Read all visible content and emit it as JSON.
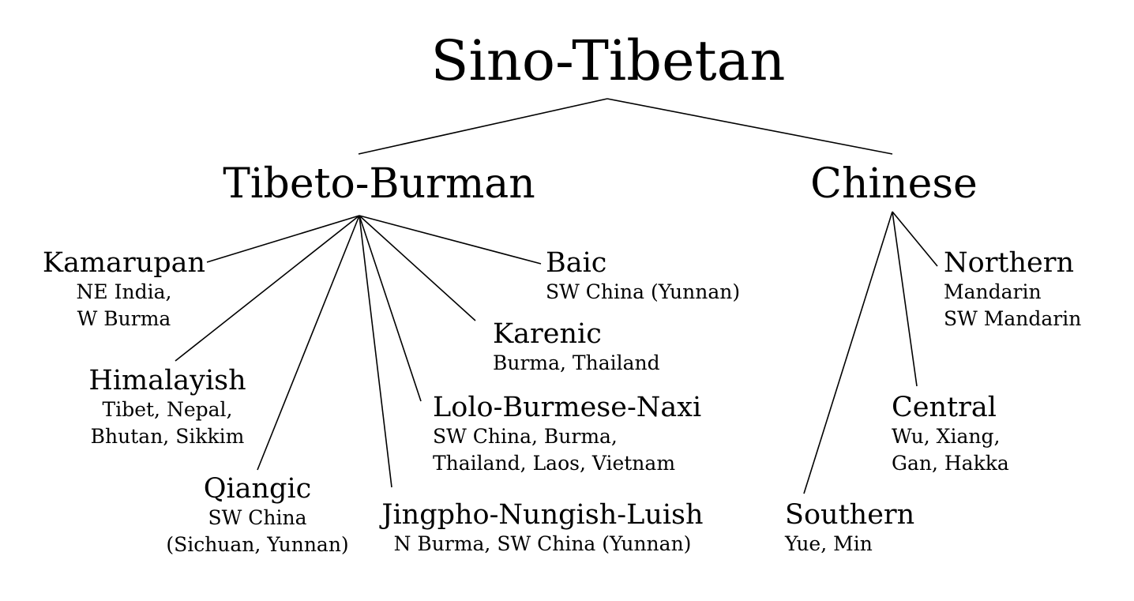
{
  "tree": {
    "root": "Sino-Tibetan",
    "branches": [
      {
        "name": "Tibeto-Burman",
        "children": [
          {
            "name": "Kamarupan",
            "region": [
              "NE India,",
              "W Burma"
            ]
          },
          {
            "name": "Himalayish",
            "region": [
              "Tibet, Nepal,",
              "Bhutan, Sikkim"
            ]
          },
          {
            "name": "Qiangic",
            "region": [
              "SW China",
              "(Sichuan, Yunnan)"
            ]
          },
          {
            "name": "Jingpho-Nungish-Luish",
            "region": [
              "N Burma, SW China (Yunnan)"
            ]
          },
          {
            "name": "Lolo-Burmese-Naxi",
            "region": [
              "SW China, Burma,",
              "Thailand, Laos, Vietnam"
            ]
          },
          {
            "name": "Karenic",
            "region": [
              "Burma, Thailand"
            ]
          },
          {
            "name": "Baic",
            "region": [
              "SW China (Yunnan)"
            ]
          }
        ]
      },
      {
        "name": "Chinese",
        "children": [
          {
            "name": "Northern",
            "region": [
              "Mandarin",
              "SW Mandarin"
            ]
          },
          {
            "name": "Central",
            "region": [
              "Wu, Xiang,",
              "Gan, Hakka"
            ]
          },
          {
            "name": "Southern",
            "region": [
              "Yue, Min"
            ]
          }
        ]
      }
    ]
  }
}
